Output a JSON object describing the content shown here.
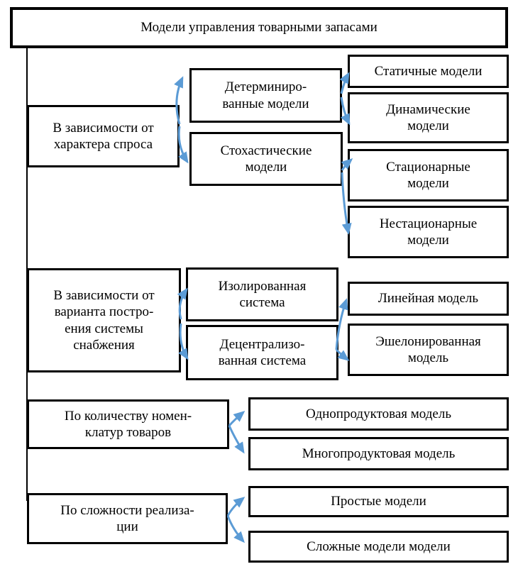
{
  "diagram": {
    "title": "Модели управления товарными запасами",
    "arrow_color": "#5B9BD5",
    "groups": [
      {
        "criterion": "В зависимости от\nхарактера спроса",
        "mid": [
          {
            "label": "Детерминиро-\nванные модели"
          },
          {
            "label": "Стохастические\nмодели"
          }
        ],
        "leaf": [
          {
            "label": "Статичные модели"
          },
          {
            "label": "Динамические\nмодели"
          },
          {
            "label": "Стационарные\nмодели"
          },
          {
            "label": "Нестационарные\nмодели"
          }
        ]
      },
      {
        "criterion": "В зависимости от\nварианта постро-\nения системы\nснабжения",
        "mid": [
          {
            "label": "Изолированная\nсистема"
          },
          {
            "label": "Децентрализо-\nванная система"
          }
        ],
        "leaf": [
          {
            "label": "Линейная модель"
          },
          {
            "label": "Эшелонированная\nмодель"
          }
        ]
      },
      {
        "criterion": "По количеству номен-\nклатур товаров",
        "leaf": [
          {
            "label": "Однопродуктовая модель"
          },
          {
            "label": "Многопродуктовая модель"
          }
        ]
      },
      {
        "criterion": "По сложности реализа-\nции",
        "leaf": [
          {
            "label": "Простые модели"
          },
          {
            "label": "Сложные модели модели"
          }
        ]
      }
    ]
  }
}
